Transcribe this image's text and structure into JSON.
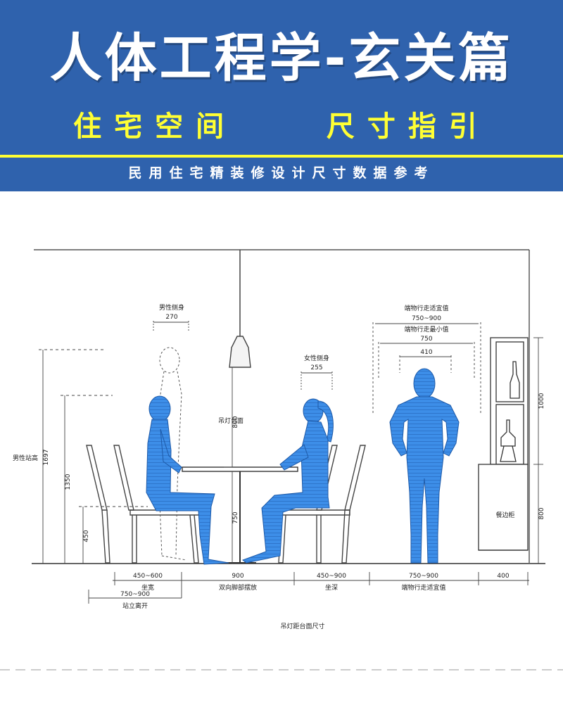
{
  "header": {
    "title": "人体工程学-玄关篇",
    "subtitle": "住宅空间    尺寸指引",
    "tagline": "民用住宅精装修设计尺寸数据参考",
    "colors": {
      "background": "#2f62ad",
      "title": "#ffffff",
      "subtitle": "#ffff33",
      "rule": "#ffff33"
    }
  },
  "diagram": {
    "figure_color": "#3d8ee8",
    "labels": {
      "male_side": "男性侧身",
      "male_side_width": "270",
      "female_side": "女性侧身",
      "female_side_width": "255",
      "walk_suitable": "端物行走适宜值",
      "walk_suitable_range": "750~900",
      "walk_min": "端物行走最小值",
      "walk_min_value": "750",
      "person_width": "410",
      "male_standing_height_label": "男性站高",
      "male_standing_height": "1697",
      "seated_height": "1350",
      "seat_height": "450",
      "lamp_to_table_label": "吊灯台面",
      "lamp_to_table": "800",
      "table_height": "750",
      "cabinet_upper": "1000",
      "cabinet_lower": "800",
      "cabinet_label": "餐边柜"
    },
    "bottom_dims": {
      "seat_width_range": "450~600",
      "seat_width_label": "坐宽",
      "stand_leave_range": "750~900",
      "stand_leave_label": "站立离开",
      "feet_space": "900",
      "feet_space_label": "双向脚部摆放",
      "seat_depth_range": "450~900",
      "seat_depth_label": "坐深",
      "walk_suitable_range": "750~900",
      "walk_suitable_label": "端物行走适宜值",
      "cabinet_depth": "400"
    },
    "caption": "吊灯距台面尺寸"
  }
}
